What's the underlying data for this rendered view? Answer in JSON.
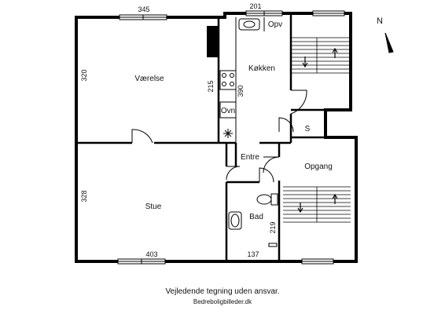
{
  "rooms": {
    "vaerelse": "Værelse",
    "koekken": "Køkken",
    "opv": "Opv",
    "ovn": "Ovn",
    "stue": "Stue",
    "entre": "Entre",
    "opgang": "Opgang",
    "bad": "Bad",
    "s": "S"
  },
  "dimensions": {
    "top_left": "345",
    "top_mid": "201",
    "left_upper": "320",
    "kitchen_wall": "215",
    "kitchen_len": "390",
    "left_lower": "328",
    "bottom_stue": "403",
    "bottom_bad": "137",
    "bad_side": "219"
  },
  "compass": {
    "label": "N"
  },
  "footer": {
    "disclaimer": "Vejledende tegning uden ansvar.",
    "credit": "Bedreboligbilleder.dk"
  }
}
